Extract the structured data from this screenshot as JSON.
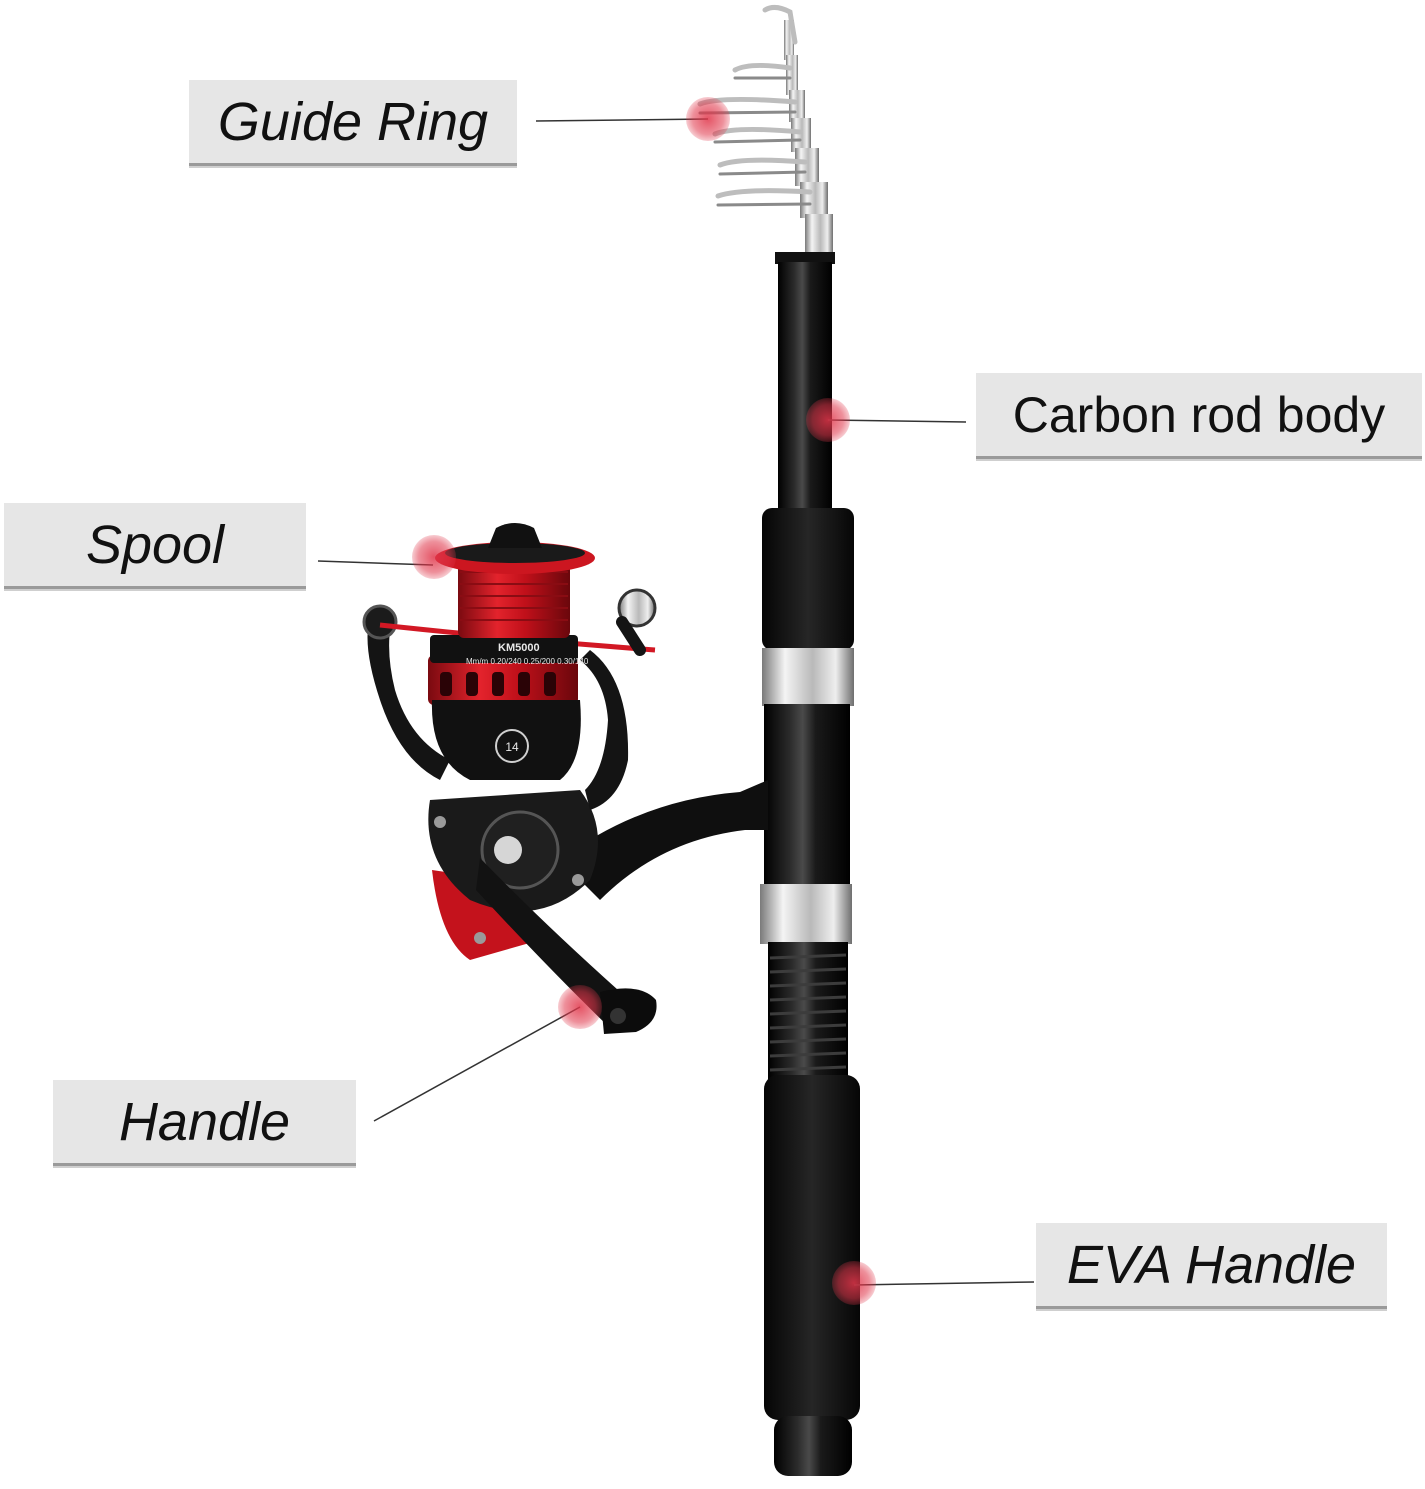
{
  "labels": {
    "guide_ring": "Guide Ring",
    "carbon_rod_body": "Carbon rod body",
    "spool": "Spool",
    "handle": "Handle",
    "eva_handle": "EVA Handle"
  },
  "reel": {
    "model_text": "KM5000",
    "spec_text": "Mm/m 0.20/240 0.25/200 0.30/140",
    "badge_number": "14"
  },
  "colors": {
    "marker": "#e0364a",
    "reel_red": "#d0141e",
    "rod_black": "#0d0d0d",
    "chrome": "#c8c8c8",
    "label_bg": "#e6e6e6"
  }
}
